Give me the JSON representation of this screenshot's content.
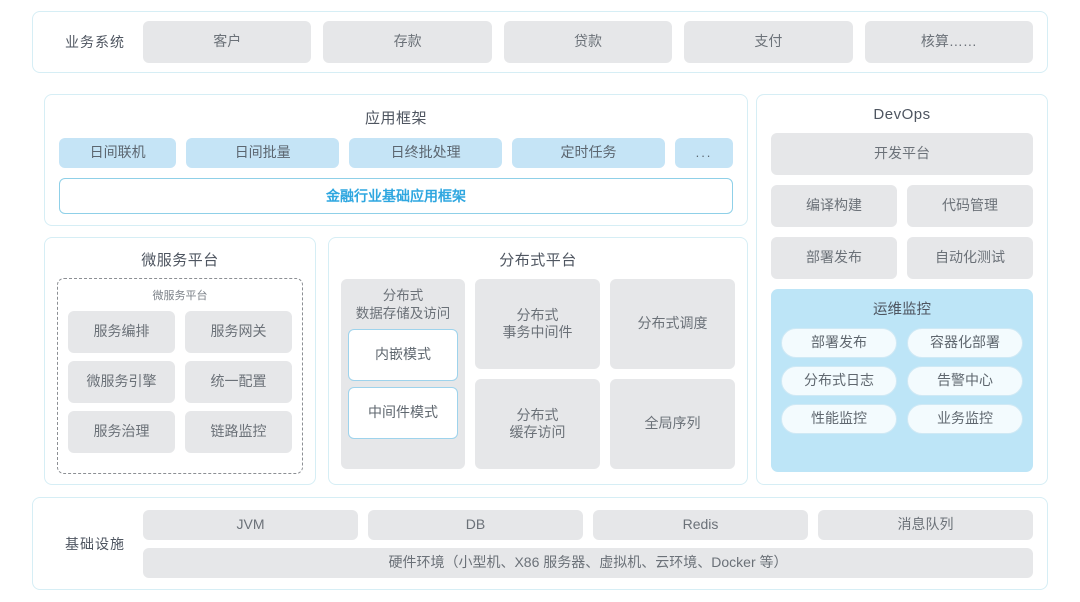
{
  "business": {
    "label": "业务系统",
    "items": [
      "客户",
      "存款",
      "贷款",
      "支付",
      "核算……"
    ]
  },
  "app_framework": {
    "title": "应用框架",
    "items": [
      "日间联机",
      "日间批量",
      "日终批处理",
      "定时任务",
      "..."
    ],
    "banner": "金融行业基础应用框架",
    "banner_color": "#2fa7e0"
  },
  "microservice": {
    "title": "微服务平台",
    "subtitle": "微服务平台",
    "items": [
      "服务编排",
      "服务网关",
      "微服务引擎",
      "统一配置",
      "服务治理",
      "链路监控"
    ]
  },
  "distributed": {
    "title": "分布式平台",
    "storage": {
      "title": "分布式\n数据存储及访问",
      "modes": [
        "内嵌模式",
        "中间件模式"
      ]
    },
    "items": [
      "分布式\n事务中间件",
      "分布式调度",
      "分布式\n缓存访问",
      "全局序列"
    ]
  },
  "devops": {
    "title": "DevOps",
    "platform": "开发平台",
    "items": [
      "编译构建",
      "代码管理",
      "部署发布",
      "自动化测试"
    ],
    "ops": {
      "title": "运维监控",
      "items": [
        "部署发布",
        "容器化部署",
        "分布式日志",
        "告警中心",
        "性能监控",
        "业务监控"
      ],
      "panel_color": "#bde5f7"
    }
  },
  "infrastructure": {
    "label": "基础设施",
    "items": [
      "JVM",
      "DB",
      "Redis",
      "消息队列"
    ],
    "hardware": "硬件环境（小型机、X86 服务器、虚拟机、云环境、Docker 等）"
  },
  "colors": {
    "panel_border": "#d6eef5",
    "tile_gray": "#e6e7e9",
    "tile_blue": "#c5e4f6",
    "text": "#6b7178"
  }
}
